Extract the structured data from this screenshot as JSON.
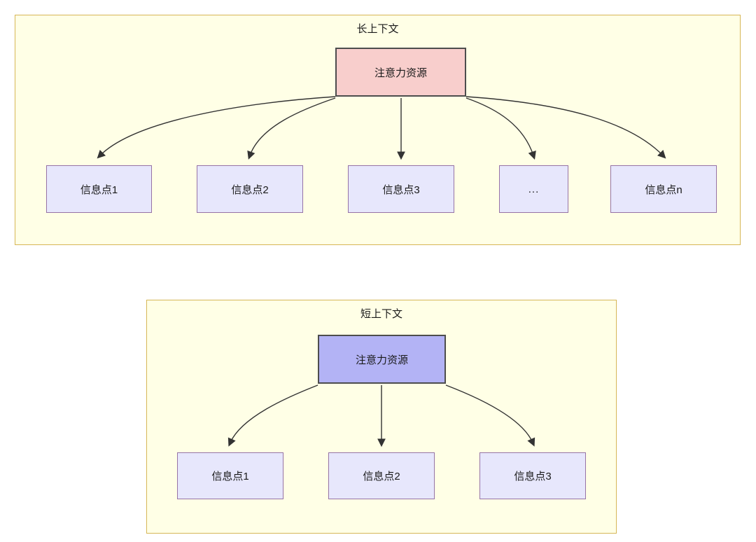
{
  "diagram": {
    "type": "tree-diagram",
    "background_color": "#ffffff",
    "groups": [
      {
        "id": "long-context",
        "title": "长上下文",
        "fill": "#ffffe6",
        "stroke": "#d6b656",
        "root": {
          "label": "注意力资源",
          "fill": "#f8cecc",
          "stroke": "#4d4d4d"
        },
        "children": [
          {
            "label": "信息点1",
            "fill": "#e7e7fc",
            "stroke": "#9673a6"
          },
          {
            "label": "信息点2",
            "fill": "#e7e7fc",
            "stroke": "#9673a6"
          },
          {
            "label": "信息点3",
            "fill": "#e7e7fc",
            "stroke": "#9673a6"
          },
          {
            "label": "...",
            "fill": "#e7e7fc",
            "stroke": "#9673a6"
          },
          {
            "label": "信息点n",
            "fill": "#e7e7fc",
            "stroke": "#9673a6"
          }
        ]
      },
      {
        "id": "short-context",
        "title": "短上下文",
        "fill": "#ffffe6",
        "stroke": "#d6b656",
        "root": {
          "label": "注意力资源",
          "fill": "#b3b3f5",
          "stroke": "#4d4d4d"
        },
        "children": [
          {
            "label": "信息点1",
            "fill": "#e7e7fc",
            "stroke": "#9673a6"
          },
          {
            "label": "信息点2",
            "fill": "#e7e7fc",
            "stroke": "#9673a6"
          },
          {
            "label": "信息点3",
            "fill": "#e7e7fc",
            "stroke": "#9673a6"
          }
        ]
      }
    ],
    "edge_color": "#333333"
  }
}
